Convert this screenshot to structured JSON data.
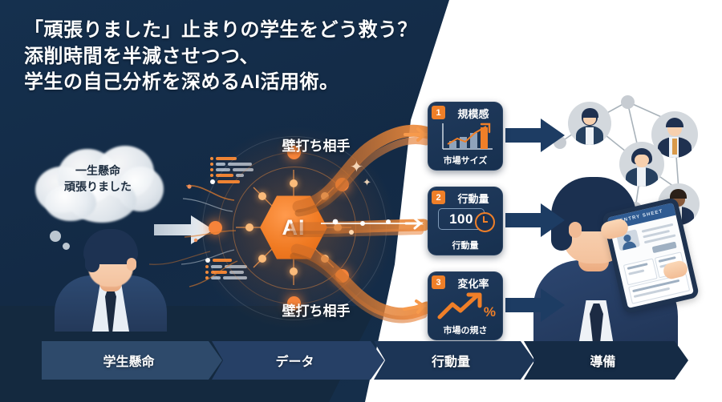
{
  "headline": {
    "line1": "「頑張りました」止まりの学生をどう救う？",
    "line2": "添削時間を半減させつつ、",
    "line3": "学生の自己分析を深めるAI活用術。"
  },
  "thought_bubble": {
    "line1": "一生懸命",
    "line2": "頑張りました"
  },
  "hub": {
    "label": "AI",
    "title_top": "壁打ち相手",
    "title_bottom": "壁打ち相手"
  },
  "cards": [
    {
      "badge": "1",
      "title": "規模感",
      "footer": "市場サイズ",
      "art": "bar-chart-up"
    },
    {
      "badge": "2",
      "title": "行動量",
      "footer": "行動量",
      "value": "100",
      "art": "counter-clock"
    },
    {
      "badge": "3",
      "title": "変化率",
      "footer": "市場の規さ",
      "value": "%",
      "art": "trend-arrow-percent"
    }
  ],
  "tablet": {
    "header": "ENTRY SHEET"
  },
  "steps": [
    {
      "label": "学生懸命",
      "color": "#2e4a6b"
    },
    {
      "label": "データ",
      "color": "#264066"
    },
    {
      "label": "行動量",
      "color": "#1c3556"
    },
    {
      "label": "導備",
      "color": "#152b45"
    }
  ],
  "colors": {
    "navy_bg": "#16304d",
    "white_bg": "#ffffff",
    "accent_orange": "#ef7f28",
    "card_bg": "#1b3354",
    "arrow_navy": "#1d3c63"
  }
}
